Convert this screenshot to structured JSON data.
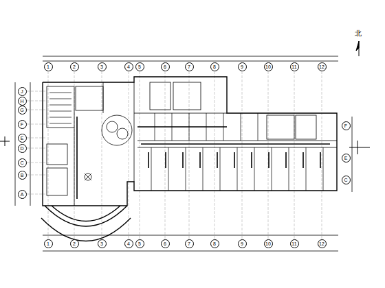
{
  "diagram": {
    "nodes": [
      {
        "text": [
          "1"
        ]
      },
      {
        "text": [
          "2"
        ]
      },
      {
        "text": [
          "3"
        ]
      },
      {
        "text": [
          "4"
        ]
      },
      {
        "text": [
          "5"
        ]
      },
      {
        "text": [
          "6"
        ]
      },
      {
        "text": [
          "7"
        ]
      },
      {
        "text": [
          "8"
        ]
      },
      {
        "text": [
          "9"
        ]
      },
      {
        "text": [
          "10"
        ]
      },
      {
        "text": [
          "11"
        ]
      },
      {
        "text": [
          "12"
        ]
      },
      {
        "text": [
          "J"
        ]
      },
      {
        "text": [
          "H"
        ]
      },
      {
        "text": [
          "G"
        ]
      },
      {
        "text": [
          "F"
        ]
      },
      {
        "text": [
          "E"
        ]
      },
      {
        "text": [
          "D"
        ]
      },
      {
        "text": [
          "C"
        ]
      },
      {
        "text": [
          "B"
        ]
      },
      {
        "text": [
          "A"
        ]
      },
      {
        "text": [
          "F"
        ]
      },
      {
        "text": [
          "E"
        ]
      },
      {
        "text": [
          "C"
        ]
      },
      {
        "text": [
          "1"
        ]
      },
      {
        "text": [
          "2"
        ]
      },
      {
        "text": [
          "3"
        ]
      },
      {
        "text": [
          "4"
        ]
      },
      {
        "text": [
          "5"
        ]
      },
      {
        "text": [
          "6"
        ]
      },
      {
        "text": [
          "7"
        ]
      },
      {
        "text": [
          "8"
        ]
      },
      {
        "text": [
          "9"
        ]
      },
      {
        "text": [
          "10"
        ]
      },
      {
        "text": [
          "11"
        ]
      },
      {
        "text": [
          "12"
        ]
      }
    ],
    "labels": [
      "北"
    ]
  }
}
